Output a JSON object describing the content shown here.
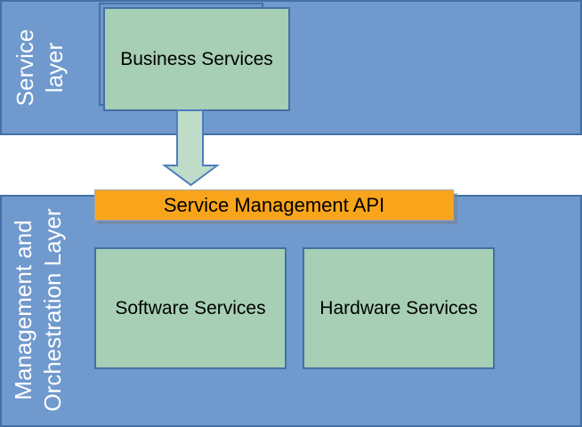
{
  "diagram": {
    "service_layer": {
      "label_line1": "Service",
      "label_line2": "layer",
      "business_box_label": "Business Services"
    },
    "management_layer": {
      "label_line1": "Management and",
      "label_line2": "Orchestration Layer",
      "api_box_label": "Service Management API",
      "software_box_label": "Software Services",
      "hardware_box_label": "Hardware Services"
    },
    "arrow_icon": "down-arrow"
  },
  "colors": {
    "band_fill": "#7099CD",
    "band_stroke": "#4470A6",
    "box_green_fill": "#A6CFB5",
    "box_green_stroke": "#4470A6",
    "arrow_fill": "#BEDCC8",
    "arrow_stroke": "#4D7EBE",
    "api_fill": "#F9A51C",
    "api_stroke": "#A8A8A8",
    "api_shadow": "rgba(120,130,145,0.6)",
    "text_dark": "#000000",
    "text_light": "#FFFFFF"
  }
}
